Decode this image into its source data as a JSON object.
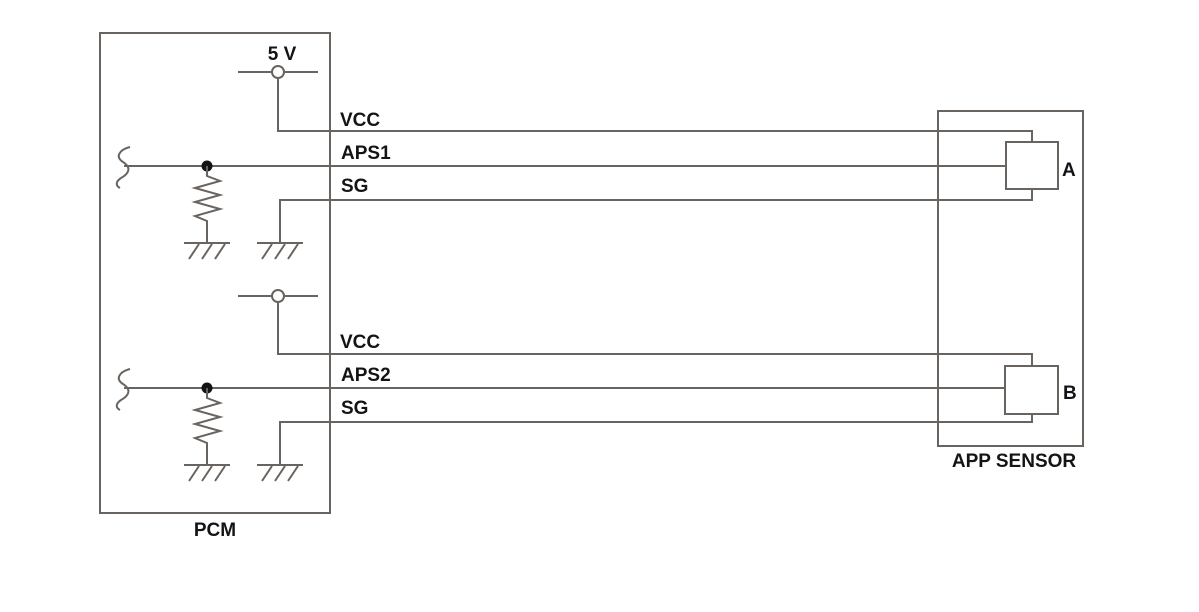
{
  "colors": {
    "background": "#ffffff",
    "line": "#6a6460",
    "text": "#141414",
    "node_fill": "#ffffff"
  },
  "pcm": {
    "label": "PCM"
  },
  "app_sensor": {
    "label": "APP SENSOR",
    "pin_a": "A",
    "pin_b": "B"
  },
  "supply": {
    "label": "5 V"
  },
  "channel1": {
    "vcc_label": "VCC",
    "signal_label": "APS1",
    "sg_label": "SG"
  },
  "channel2": {
    "vcc_label": "VCC",
    "signal_label": "APS2",
    "sg_label": "SG"
  }
}
